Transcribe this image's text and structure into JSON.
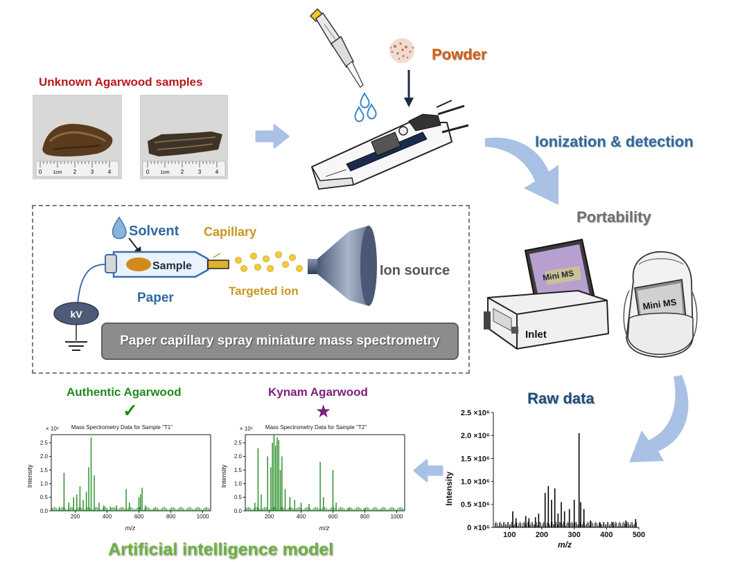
{
  "samples": {
    "title": "Unknown Agarwood samples",
    "ruler1": [
      "0",
      "1cm",
      "2",
      "3",
      "4"
    ],
    "ruler2": [
      "0",
      "1cm",
      "2",
      "3",
      "4"
    ]
  },
  "labels": {
    "powder": "Powder",
    "ionization": "Ionization & detection",
    "portability": "Portability",
    "raw_data": "Raw data",
    "ai_model": "Artificial intelligence model"
  },
  "setup": {
    "solvent": "Solvent",
    "capillary": "Capillary",
    "sample": "Sample",
    "paper": "Paper",
    "targeted_ion": "Targeted ion",
    "ion_source": "Ion source",
    "kv": "kV",
    "banner": "Paper capillary spray miniature mass spectrometry"
  },
  "devices": {
    "screen_label": "Mini MS",
    "inlet": "Inlet",
    "backpack_label": "Mini MS"
  },
  "classes": {
    "authentic": "Authentic Agarwood",
    "authentic_mark": "✓",
    "kynam": "Kynam Agarwood",
    "kynam_mark": "★"
  },
  "colors": {
    "accent_green": "#1d8a1d",
    "accent_purple": "#7b1e7a",
    "arrow_blue": "#a8c1e4"
  },
  "chart_data": [
    {
      "type": "bar",
      "title": "",
      "xlabel": "m/z",
      "ylabel": "Intensity",
      "y_axis_multiplier": "×10⁶",
      "xlim": [
        50,
        500
      ],
      "ylim": [
        0,
        2.5
      ],
      "xticks": [
        "100",
        "200",
        "300",
        "400",
        "500"
      ],
      "yticks": [
        "0 ×10⁶",
        "0.5 ×10⁶",
        "1.0 ×10⁶",
        "1.5 ×10⁶",
        "2.0 ×10⁶",
        "2.5 ×10⁶"
      ],
      "color": "#000000",
      "x": [
        110,
        120,
        150,
        160,
        180,
        190,
        210,
        220,
        230,
        240,
        250,
        260,
        270,
        285,
        300,
        315,
        320,
        330,
        350,
        380,
        420,
        460,
        490
      ],
      "values": [
        0.35,
        0.2,
        0.25,
        0.2,
        0.22,
        0.3,
        0.75,
        0.9,
        0.6,
        0.85,
        0.3,
        0.55,
        0.35,
        0.4,
        0.6,
        2.05,
        0.55,
        0.4,
        0.15,
        0.1,
        0.12,
        0.15,
        0.18
      ]
    },
    {
      "type": "bar",
      "title": "Mass Spectrometry Data for Sample \"T1\"",
      "xlabel": "m/z",
      "ylabel": "Intensity",
      "y_axis_multiplier": "× 10⁶",
      "xlim": [
        50,
        1050
      ],
      "ylim": [
        0,
        2.8
      ],
      "xticks": [
        "200",
        "400",
        "600",
        "800",
        "1000"
      ],
      "yticks": [
        "0.0",
        "0.5",
        "1.0",
        "1.5",
        "2.0",
        "2.5"
      ],
      "color": "#1d8a1d",
      "x": [
        100,
        130,
        160,
        190,
        210,
        230,
        250,
        270,
        285,
        300,
        320,
        350,
        380,
        420,
        460,
        520,
        540,
        600,
        610,
        620,
        640,
        700,
        800
      ],
      "values": [
        0.15,
        1.4,
        0.3,
        0.5,
        0.6,
        0.9,
        0.4,
        0.7,
        1.6,
        2.7,
        1.3,
        0.3,
        0.2,
        0.15,
        0.2,
        0.8,
        0.3,
        0.5,
        0.6,
        0.85,
        0.2,
        0.05,
        0.03
      ]
    },
    {
      "type": "bar",
      "title": "Mass Spectrometry Data for Sample \"T2\"",
      "xlabel": "m/z",
      "ylabel": "Intensity",
      "y_axis_multiplier": "× 10⁶",
      "xlim": [
        50,
        1050
      ],
      "ylim": [
        0,
        2.8
      ],
      "xticks": [
        "200",
        "400",
        "600",
        "800",
        "1000"
      ],
      "yticks": [
        "0.0",
        "0.5",
        "1.0",
        "1.5",
        "2.0",
        "2.5"
      ],
      "color": "#1d8a1d",
      "x": [
        110,
        130,
        150,
        190,
        210,
        220,
        230,
        240,
        250,
        260,
        270,
        280,
        300,
        330,
        360,
        400,
        450,
        520,
        540,
        600,
        620,
        700,
        800,
        900
      ],
      "values": [
        0.3,
        2.3,
        0.6,
        2.0,
        1.6,
        2.5,
        2.8,
        2.4,
        2.7,
        2.6,
        1.5,
        2.0,
        0.8,
        0.5,
        0.4,
        0.3,
        0.25,
        1.8,
        0.5,
        1.5,
        0.3,
        0.1,
        0.08,
        0.05
      ]
    }
  ]
}
